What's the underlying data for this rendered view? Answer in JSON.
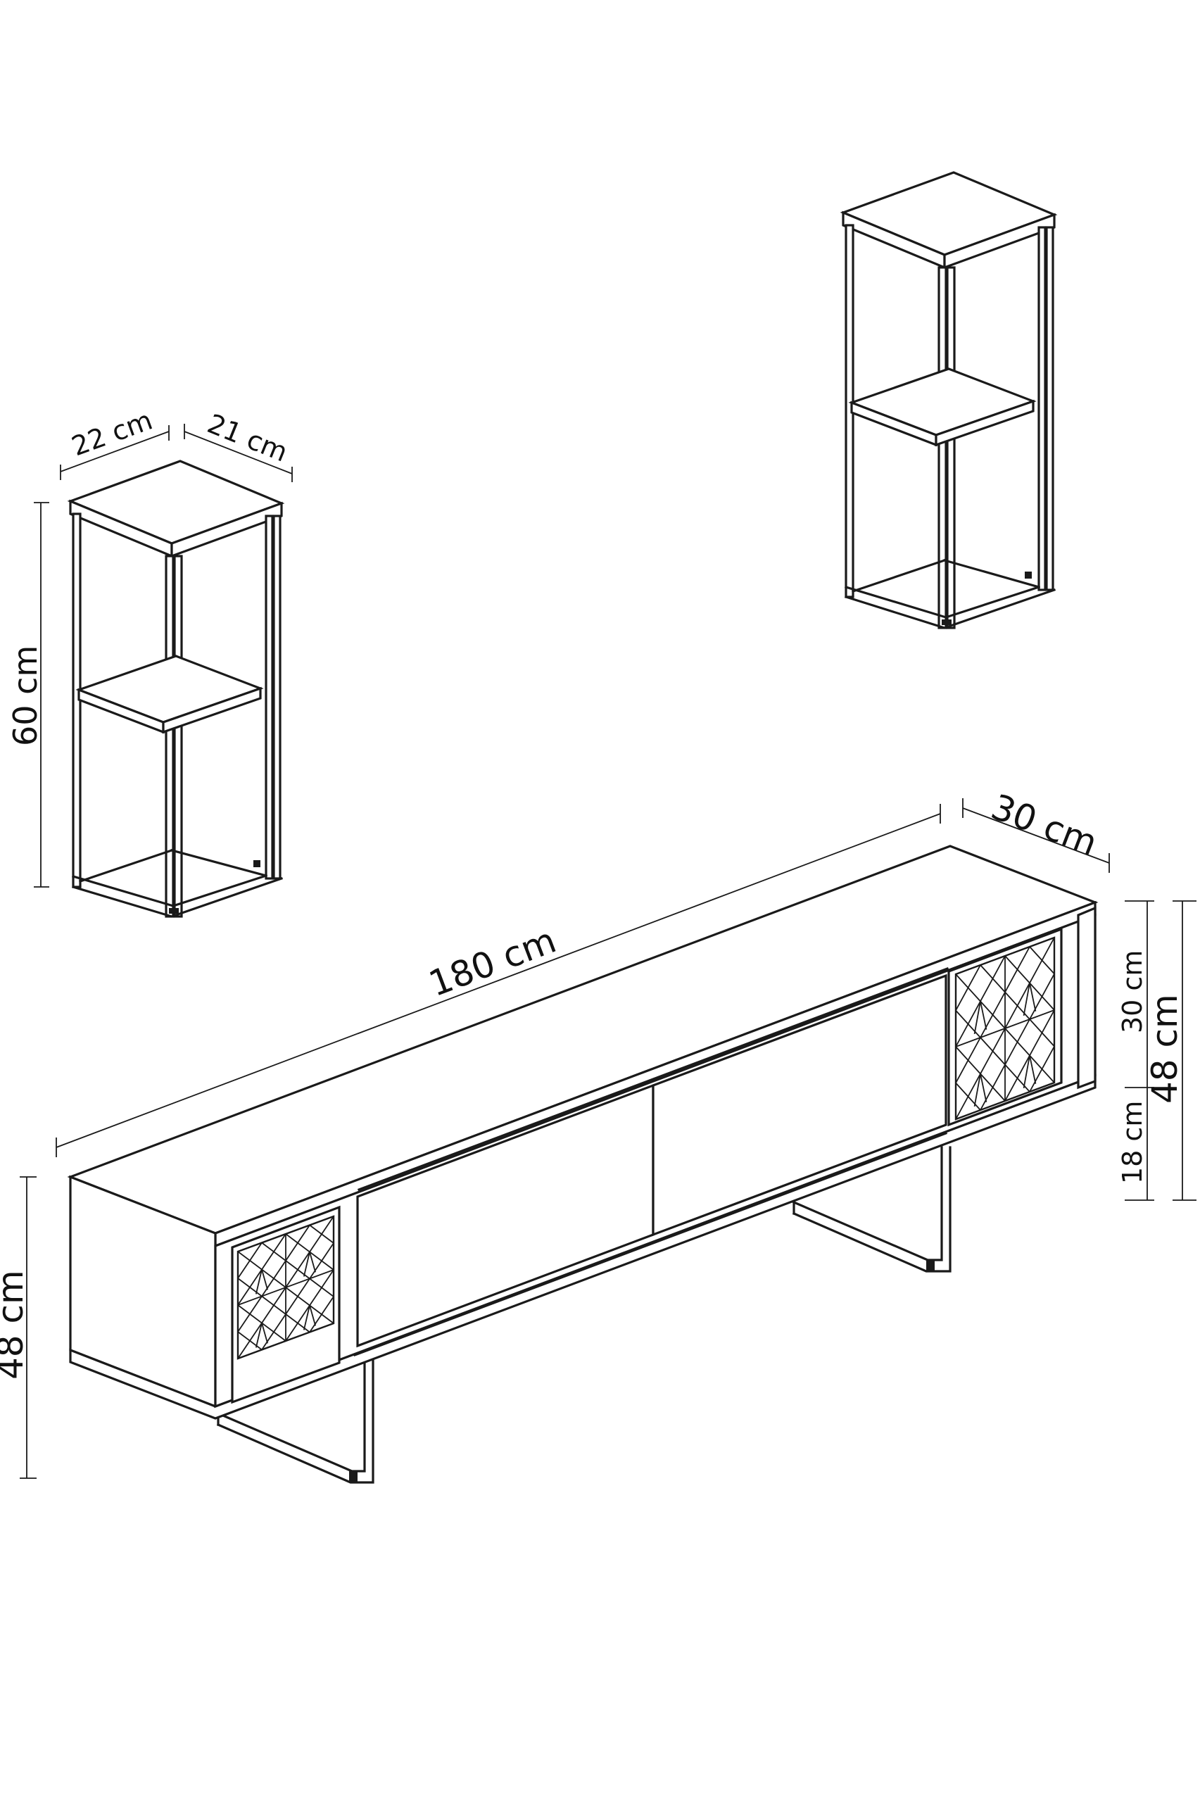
{
  "dimensions": {
    "small_depth": "22 cm",
    "small_width": "21 cm",
    "small_height": "60 cm",
    "tv_length": "180 cm",
    "tv_depth": "30 cm",
    "tv_height_left": "48 cm",
    "tv_body": "30 cm",
    "tv_legs": "18 cm",
    "tv_height_right": "48 cm"
  },
  "colors": {
    "line": "#1a1a1a",
    "background": "#ffffff"
  }
}
